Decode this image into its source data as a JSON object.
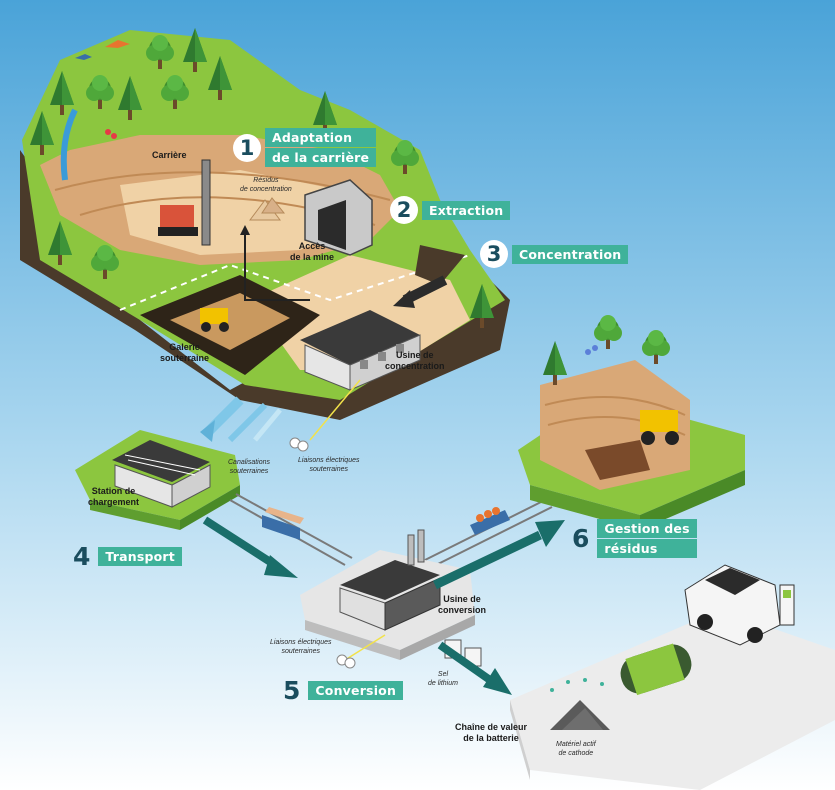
{
  "steps": [
    {
      "number": "1",
      "label_line1": "Adaptation",
      "label_line2": "de la carrière"
    },
    {
      "number": "2",
      "label": "Extraction"
    },
    {
      "number": "3",
      "label": "Concentration"
    },
    {
      "number": "4",
      "label": "Transport"
    },
    {
      "number": "5",
      "label": "Conversion"
    },
    {
      "number": "6",
      "label_line1": "Gestion des",
      "label_line2": "résidus"
    }
  ],
  "labels": {
    "carriere": "Carrière",
    "residus_line1": "Résidus",
    "residus_line2": "de concentration",
    "acces_line1": "Accès",
    "acces_line2": "de la mine",
    "galerie_line1": "Galerie",
    "galerie_line2": "souterraine",
    "usine_conc_line1": "Usine de",
    "usine_conc_line2": "concentration",
    "station_line1": "Station de",
    "station_line2": "chargement",
    "canalisations_line1": "Canalisations",
    "canalisations_line2": "souterraines",
    "liaisons1_line1": "Liaisons électriques",
    "liaisons1_line2": "souterraines",
    "usine_conv_line1": "Usine de",
    "usine_conv_line2": "conversion",
    "liaisons2_line1": "Liaisons électriques",
    "liaisons2_line2": "souterraines",
    "sel_line1": "Sel",
    "sel_line2": "de lithium",
    "chaine_line1": "Chaîne de valeur",
    "chaine_line2": "de la batterie",
    "materiel_line1": "Matériel actif",
    "materiel_line2": "de cathode"
  },
  "colors": {
    "sky_top": "#4aa3d8",
    "sky_bottom": "#ffffff",
    "grass": "#8cc63f",
    "grass_dark": "#5f9e2f",
    "soil": "#4a3a2a",
    "sand": "#e8c9a0",
    "teal_arrow": "#1a6e6a",
    "tag_green": "#3fb29a",
    "number_dark": "#1a4d5e"
  }
}
